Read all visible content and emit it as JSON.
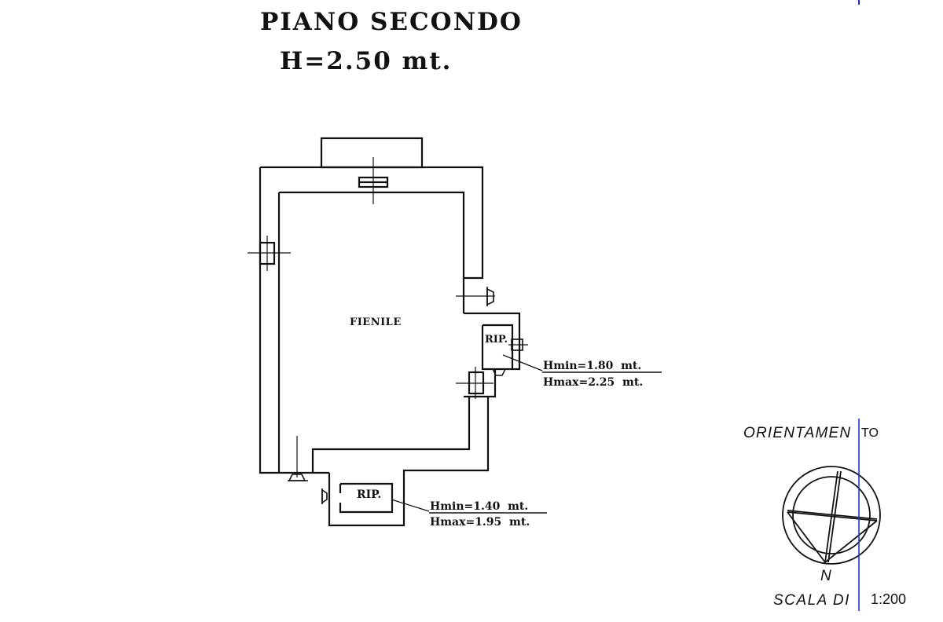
{
  "title": {
    "line1": "PIANO  SECONDO",
    "line2": "H=2.50  mt."
  },
  "rooms": {
    "main": {
      "label": "FIENILE"
    },
    "storage_right": {
      "label": "RIP.",
      "hmin": "Hmin=1.80  mt.",
      "hmax": "Hmax=2.25  mt."
    },
    "storage_bottom": {
      "label": "RIP.",
      "hmin": "Hmin=1.40  mt.",
      "hmax": "Hmax=1.95  mt."
    }
  },
  "orientation": {
    "label_left": "ORIENTAMEN",
    "label_right": "TO",
    "north": "N"
  },
  "scale": {
    "label": "SCALA DI",
    "value": "1:200"
  },
  "colors": {
    "ink": "#111111",
    "annotation_line": "#2233cc",
    "background": "#ffffff"
  }
}
